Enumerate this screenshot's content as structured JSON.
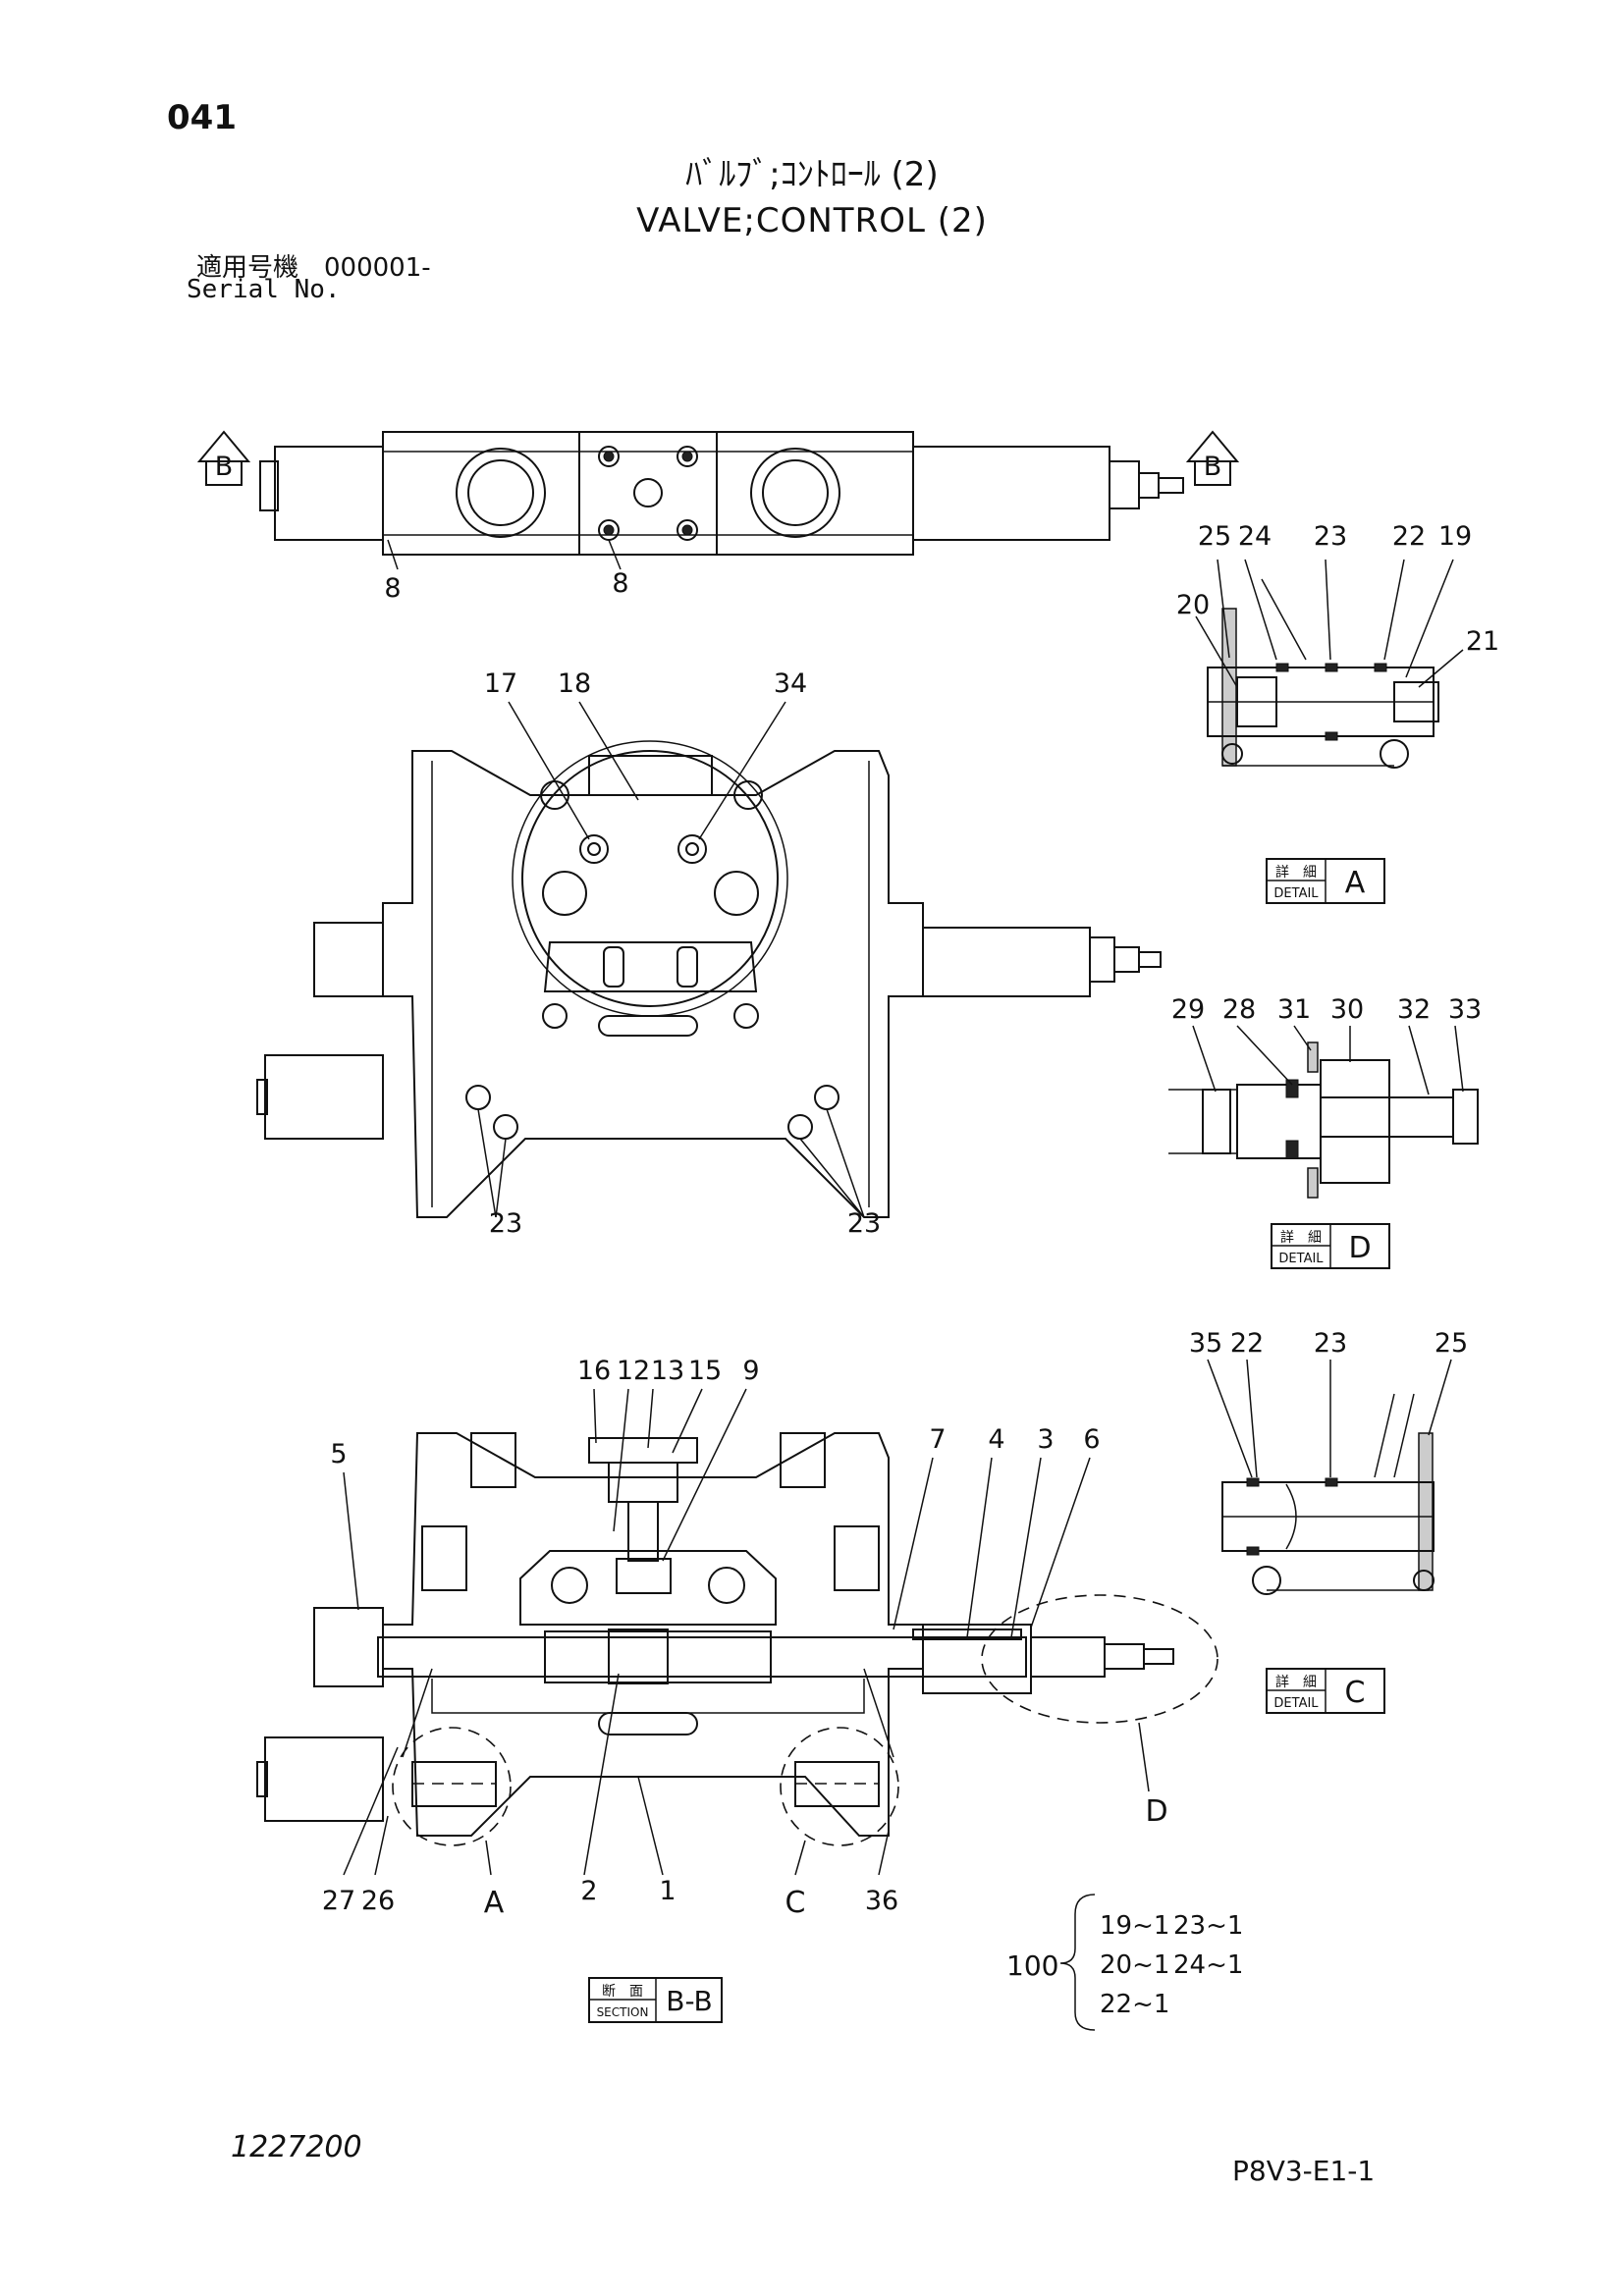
{
  "header": {
    "page_number": "041",
    "title_jp": "ﾊﾞﾙﾌﾞ;ｺﾝﾄﾛｰﾙ (2)",
    "title_en": "VALVE;CONTROL (2)",
    "serial_jp": "適用号機　000001-",
    "serial_label": "Serial No."
  },
  "footer": {
    "drawing_number": "1227200",
    "page_code": "P8V3-E1-1"
  },
  "section_markers": {
    "b_left": "B",
    "b_right": "B"
  },
  "top_view": {
    "callouts": [
      "8",
      "8"
    ]
  },
  "front_view": {
    "callouts": [
      "17",
      "18",
      "34",
      "23",
      "23"
    ]
  },
  "section_view": {
    "callouts_top": [
      "16",
      "12",
      "13",
      "15",
      "9"
    ],
    "callouts_right": [
      "7",
      "4",
      "3",
      "6"
    ],
    "callout_left": "5",
    "callouts_bottom": [
      "27",
      "26",
      "A",
      "2",
      "1",
      "C",
      "36"
    ],
    "circle_label": "D",
    "tag_jp": "断　面",
    "tag_en": "SECTION",
    "tag_id": "B-B"
  },
  "detail_a": {
    "callouts": [
      "25",
      "24",
      "23",
      "22",
      "19",
      "20",
      "21"
    ],
    "tag_jp": "詳　細",
    "tag_en": "DETAIL",
    "tag_id": "A"
  },
  "detail_d": {
    "callouts": [
      "29",
      "28",
      "31",
      "30",
      "32",
      "33"
    ],
    "tag_jp": "詳　細",
    "tag_en": "DETAIL",
    "tag_id": "D"
  },
  "detail_c": {
    "callouts": [
      "35",
      "22",
      "23",
      "25"
    ],
    "tag_jp": "詳　細",
    "tag_en": "DETAIL",
    "tag_id": "C"
  },
  "kit": {
    "number": "100",
    "items": [
      "19~1",
      "23~1",
      "20~1",
      "24~1",
      "22~1"
    ]
  }
}
